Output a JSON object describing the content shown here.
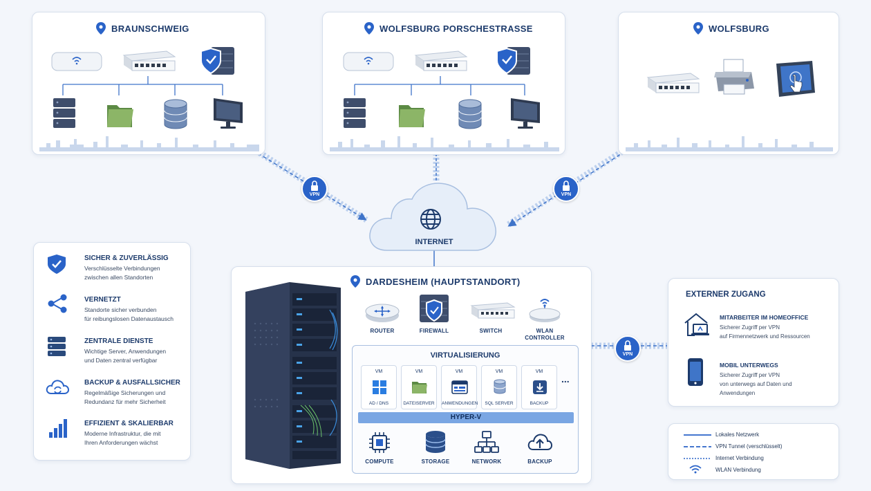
{
  "sites": {
    "braunschweig": "BRAUNSCHWEIG",
    "porsche": "WOLFSBURG PORSCHESTRASSE",
    "wolfsburg": "WOLFSBURG",
    "hq": "DARDESHEIM (HAUPTSTANDORT)"
  },
  "internet": "INTERNET",
  "vpn_label": "VPN",
  "hq_devices": {
    "router": "ROUTER",
    "firewall": "FIREWALL",
    "switch": "SWITCH",
    "wlan_line1": "WLAN",
    "wlan_line2": "CONTROLLER"
  },
  "virtualisierung": {
    "title": "VIRTUALISIERUNG",
    "vm_tag": "VM",
    "vms": [
      "AD / DNS",
      "DATEISERVER",
      "ANWENDUNGEN",
      "SQL SERVER",
      "BACKUP"
    ],
    "more": "...",
    "hyperv": "HYPER-V",
    "resources": [
      "COMPUTE",
      "STORAGE",
      "NETWORK",
      "BACKUP"
    ]
  },
  "features": [
    {
      "title": "SICHER & ZUVERLÄSSIG",
      "line1": "Verschlüsselte Verbindungen",
      "line2": "zwischen allen Standorten",
      "icon": "shield-check-icon"
    },
    {
      "title": "VERNETZT",
      "line1": "Standorte sicher verbunden",
      "line2": "für reibungslosen Datenaustausch",
      "icon": "share-icon"
    },
    {
      "title": "ZENTRALE DIENSTE",
      "line1": "Wichtige Server, Anwendungen",
      "line2": "und Daten zentral verfügbar",
      "icon": "server-stack-icon"
    },
    {
      "title": "BACKUP & AUSFALLSICHER",
      "line1": "Regelmäßige Sicherungen und",
      "line2": "Redundanz für mehr Sicherheit",
      "icon": "cloud-sync-icon"
    },
    {
      "title": "EFFIZIENT & SKALIERBAR",
      "line1": "Moderne Infrastruktur, die mit",
      "line2": "Ihren Anforderungen wächst",
      "icon": "bar-chart-icon"
    }
  ],
  "extern": {
    "title": "EXTERNER ZUGANG",
    "home_title": "MITARBEITER IM HOMEOFFICE",
    "home_line1": "Sicherer Zugriff per VPN",
    "home_line2": "auf Firmennetzwerk und Ressourcen",
    "mobile_title": "MOBIL UNTERWEGS",
    "mobile_line1": "Sicherer Zugriff per VPN",
    "mobile_line2": "von unterwegs auf Daten und",
    "mobile_line3": "Anwendungen"
  },
  "legend": {
    "lokal": "Lokales Netzwerk",
    "vpn": "VPN Tunnel (verschlüsselt)",
    "internet": "Internet Verbindung",
    "wlan": "WLAN Verbindung"
  },
  "colors": {
    "accent": "#2a63c8",
    "navy": "#1c3a6b",
    "line": "#3f74c9",
    "folder": "#7aa35a"
  }
}
